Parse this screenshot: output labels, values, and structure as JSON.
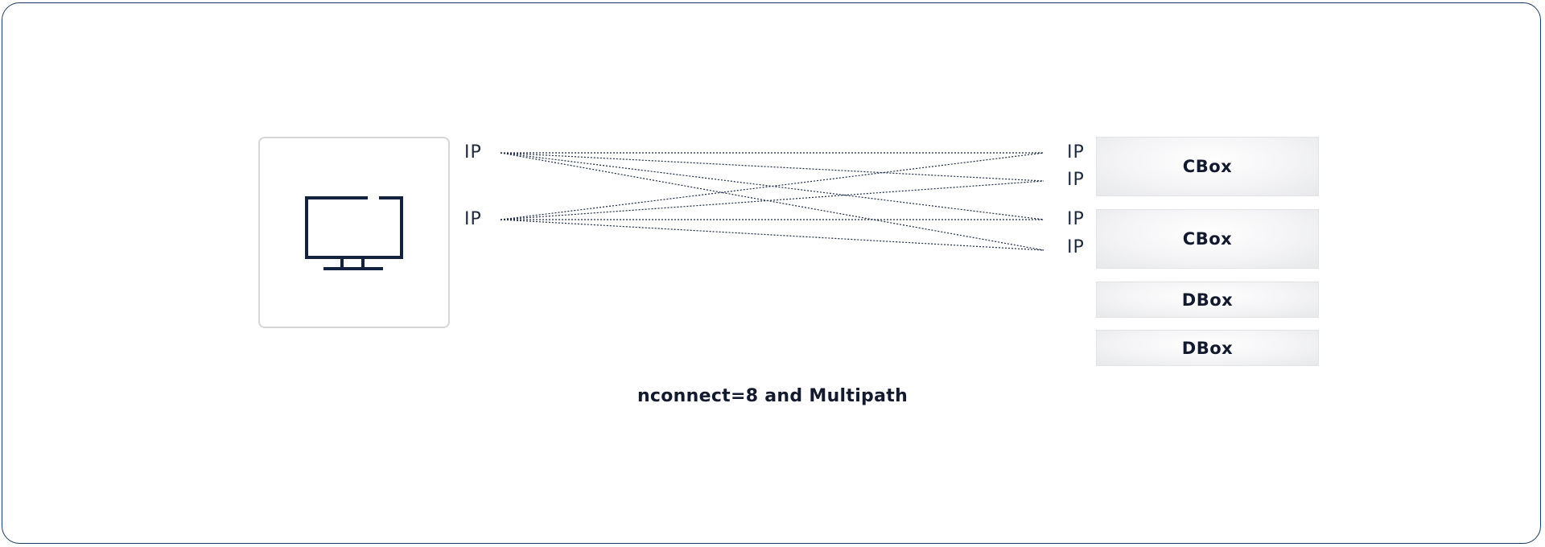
{
  "diagram": {
    "caption": "nconnect=8 and Multipath",
    "client": {
      "icon": "monitor-icon",
      "ip_labels": [
        "IP",
        "IP"
      ]
    },
    "server": {
      "ip_labels": [
        "IP",
        "IP",
        "IP",
        "IP"
      ],
      "boxes": [
        "CBox",
        "CBox",
        "DBox",
        "DBox"
      ]
    },
    "connections": [
      {
        "from": "client-ip-1",
        "to": "server-ip-1"
      },
      {
        "from": "client-ip-1",
        "to": "server-ip-2"
      },
      {
        "from": "client-ip-1",
        "to": "server-ip-3"
      },
      {
        "from": "client-ip-1",
        "to": "server-ip-4"
      },
      {
        "from": "client-ip-2",
        "to": "server-ip-1"
      },
      {
        "from": "client-ip-2",
        "to": "server-ip-2"
      },
      {
        "from": "client-ip-2",
        "to": "server-ip-3"
      },
      {
        "from": "client-ip-2",
        "to": "server-ip-4"
      }
    ],
    "colors": {
      "frame": "#1b3a5c",
      "line": "#1b2a4a",
      "icon": "#13233f",
      "text": "#131a2e"
    }
  }
}
